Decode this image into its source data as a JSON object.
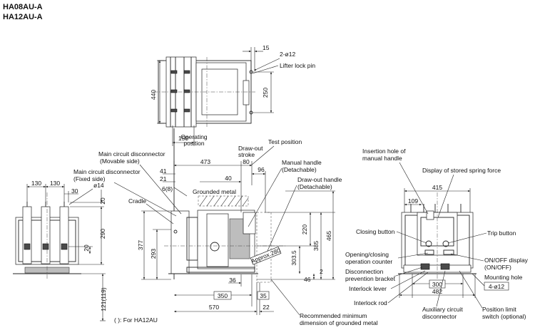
{
  "models": [
    "HA08AU-A",
    "HA12AU-A"
  ],
  "top_view": {
    "dims": [
      "15",
      "440",
      "250",
      "150"
    ],
    "labels": [
      "2-ø12",
      "Lifter lock pin"
    ]
  },
  "side_view": {
    "positions": [
      "Operating position",
      "Draw-out stroke",
      "Test position"
    ],
    "dims": [
      "473",
      "80",
      "96",
      "41",
      "21",
      "40",
      "6(8)",
      "377",
      "293",
      "220",
      "385",
      "465",
      "303.5",
      "36",
      "46",
      "2",
      "350",
      "35",
      "570",
      "22"
    ],
    "approx": "Approx.280",
    "labels": [
      "Main circuit disconnector (Movable side)",
      "Main circuit disconnector (Fixed side)",
      "Cradle",
      "Grounded metal",
      "Manual handle (Detachable)",
      "Draw-out handle (Detachable)",
      "Recommended minimum dimension of grounded metal"
    ]
  },
  "front_view": {
    "dims": [
      "130",
      "130",
      "30",
      "ø14",
      "20",
      "290",
      "20",
      "121(119)"
    ],
    "note": "(  ): For HA12AU"
  },
  "right_view": {
    "dims": [
      "415",
      "109",
      "300",
      "482",
      "4-ø12"
    ],
    "labels": [
      "Insertion hole of manual handle",
      "Display of stored spring force",
      "Closing button",
      "Trip button",
      "Opening/closing operation counter",
      "ON/OFF display (ON/OFF)",
      "Disconnection prevention bracket",
      "Mounting hole",
      "Interlock lever",
      "Interlock rod",
      "Auxiliary circuit disconnector",
      "Position limit switch (optional)"
    ]
  }
}
